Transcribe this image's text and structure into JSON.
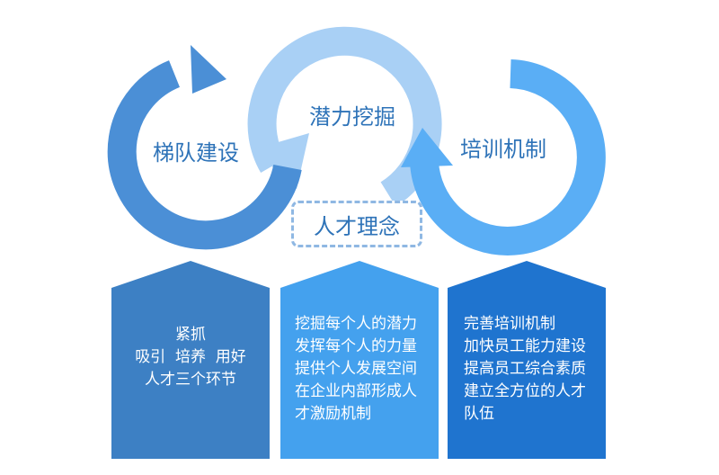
{
  "cycle": {
    "left_label": "梯队建设",
    "top_label": "潜力挖掘",
    "right_label": "培训机制",
    "center_label": "人才理念"
  },
  "panels": [
    {
      "lines": [
        "紧抓",
        "吸引  培养  用好",
        "人才三个环节"
      ]
    },
    {
      "lines": [
        "挖掘每个人的潜力",
        "发挥每个人的力量",
        "提供个人发展空间",
        "在企业内部形成人",
        "才激励机制"
      ]
    },
    {
      "lines": [
        "完善培训机制",
        "加快员工能力建设",
        "提高员工综合素质",
        "建立全方位的人才",
        "队伍"
      ]
    }
  ],
  "colors": {
    "left_ring": "#4b8fd6",
    "top_ring": "#a9d0f5",
    "right_ring": "#5aaef5",
    "panel_left": "#3d80c4",
    "panel_middle": "#44a1ee",
    "panel_right": "#1f74cf",
    "label_text": "#2e73b8",
    "dashed_border": "#8fb8e3"
  }
}
